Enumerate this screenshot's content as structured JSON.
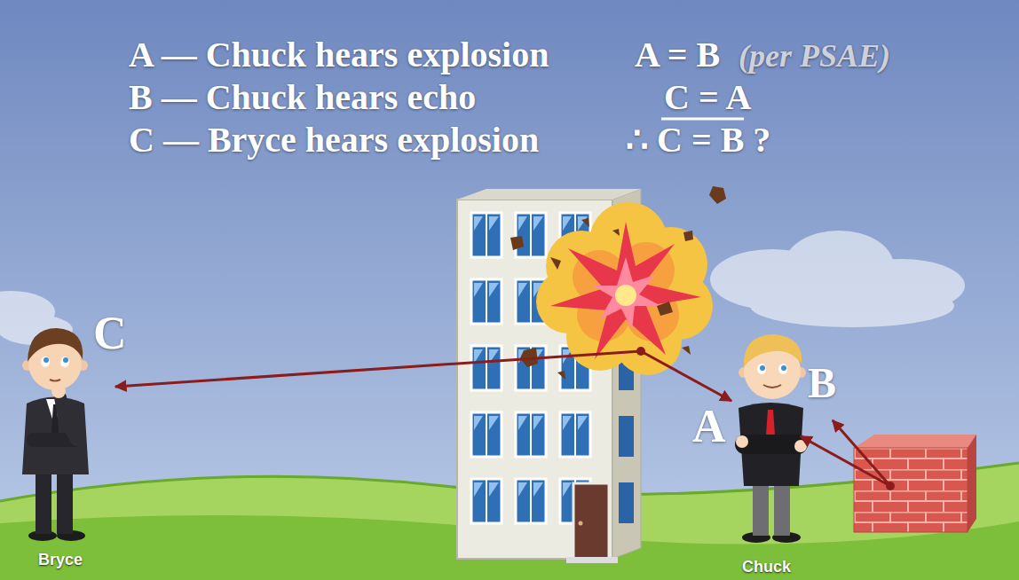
{
  "diagram": {
    "labels": [
      "A — Chuck hears explosion",
      "B — Chuck hears echo",
      "C — Bryce hears explosion",
      "A = B",
      "(per PSAE)",
      "C = A",
      "∴ C = B ?",
      "C",
      "A",
      "B",
      "Bryce",
      "Chuck"
    ]
  }
}
